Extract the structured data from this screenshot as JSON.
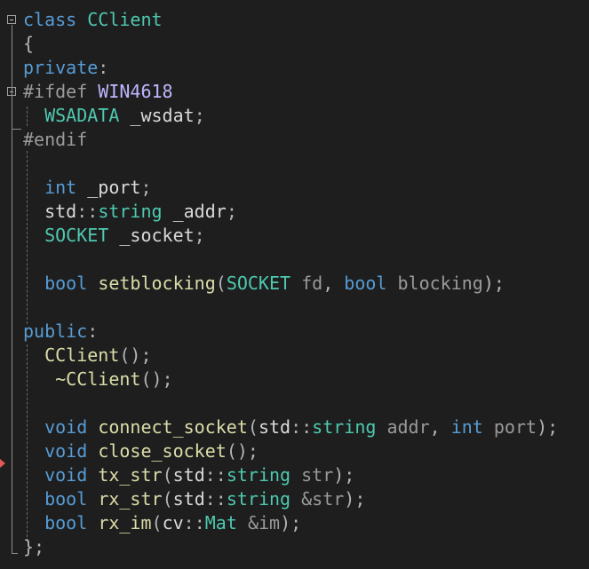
{
  "editor": {
    "lines": [
      [
        [
          "kw",
          "class"
        ],
        [
          "pl",
          " "
        ],
        [
          "ty",
          "CClient"
        ]
      ],
      [
        [
          "pu",
          "{"
        ]
      ],
      [
        [
          "kw",
          "private"
        ],
        [
          "pu",
          ":"
        ]
      ],
      [
        [
          "pp",
          "#ifdef"
        ],
        [
          "pl",
          " "
        ],
        [
          "ma",
          "WIN4618"
        ]
      ],
      [
        [
          "pl",
          "  "
        ],
        [
          "ty",
          "WSADATA"
        ],
        [
          "pl",
          " _wsdat"
        ],
        [
          "pu",
          ";"
        ]
      ],
      [
        [
          "pp",
          "#endif"
        ]
      ],
      [],
      [
        [
          "pl",
          "  "
        ],
        [
          "kw",
          "int"
        ],
        [
          "pl",
          " _port"
        ],
        [
          "pu",
          ";"
        ]
      ],
      [
        [
          "pl",
          "  std"
        ],
        [
          "pu",
          "::"
        ],
        [
          "ty",
          "string"
        ],
        [
          "pl",
          " _addr"
        ],
        [
          "pu",
          ";"
        ]
      ],
      [
        [
          "pl",
          "  "
        ],
        [
          "ty",
          "SOCKET"
        ],
        [
          "pl",
          " _socket"
        ],
        [
          "pu",
          ";"
        ]
      ],
      [],
      [
        [
          "pl",
          "  "
        ],
        [
          "kw",
          "bool"
        ],
        [
          "pl",
          " "
        ],
        [
          "fn",
          "setblocking"
        ],
        [
          "pu",
          "("
        ],
        [
          "ty",
          "SOCKET"
        ],
        [
          "pl",
          " "
        ],
        [
          "pa",
          "fd"
        ],
        [
          "pu",
          ", "
        ],
        [
          "kw",
          "bool"
        ],
        [
          "pl",
          " "
        ],
        [
          "pa",
          "blocking"
        ],
        [
          "pu",
          ");"
        ]
      ],
      [],
      [
        [
          "kw",
          "public"
        ],
        [
          "pu",
          ":"
        ]
      ],
      [
        [
          "pl",
          "  "
        ],
        [
          "fn",
          "CClient"
        ],
        [
          "pu",
          "();"
        ]
      ],
      [
        [
          "pl",
          "   "
        ],
        [
          "fn",
          "~CClient"
        ],
        [
          "pu",
          "();"
        ]
      ],
      [],
      [
        [
          "pl",
          "  "
        ],
        [
          "kw",
          "void"
        ],
        [
          "pl",
          " "
        ],
        [
          "fn",
          "connect_socket"
        ],
        [
          "pu",
          "("
        ],
        [
          "pl",
          "std"
        ],
        [
          "pu",
          "::"
        ],
        [
          "ty",
          "string"
        ],
        [
          "pl",
          " "
        ],
        [
          "pa",
          "addr"
        ],
        [
          "pu",
          ", "
        ],
        [
          "kw",
          "int"
        ],
        [
          "pl",
          " "
        ],
        [
          "pa",
          "port"
        ],
        [
          "pu",
          ");"
        ]
      ],
      [
        [
          "pl",
          "  "
        ],
        [
          "kw",
          "void"
        ],
        [
          "pl",
          " "
        ],
        [
          "fn",
          "close_socket"
        ],
        [
          "pu",
          "();"
        ]
      ],
      [
        [
          "pl",
          "  "
        ],
        [
          "kw",
          "void"
        ],
        [
          "pl",
          " "
        ],
        [
          "fn",
          "tx_str"
        ],
        [
          "pu",
          "("
        ],
        [
          "pl",
          "std"
        ],
        [
          "pu",
          "::"
        ],
        [
          "ty",
          "string"
        ],
        [
          "pl",
          " "
        ],
        [
          "pa",
          "str"
        ],
        [
          "pu",
          ");"
        ]
      ],
      [
        [
          "pl",
          "  "
        ],
        [
          "kw",
          "bool"
        ],
        [
          "pl",
          " "
        ],
        [
          "fn",
          "rx_str"
        ],
        [
          "pu",
          "("
        ],
        [
          "pl",
          "std"
        ],
        [
          "pu",
          "::"
        ],
        [
          "ty",
          "string"
        ],
        [
          "pl",
          " "
        ],
        [
          "pa",
          "&str"
        ],
        [
          "pu",
          ");"
        ]
      ],
      [
        [
          "pl",
          "  "
        ],
        [
          "kw",
          "bool"
        ],
        [
          "pl",
          " "
        ],
        [
          "fn",
          "rx_im"
        ],
        [
          "pu",
          "("
        ],
        [
          "pl",
          "cv"
        ],
        [
          "pu",
          "::"
        ],
        [
          "ty",
          "Mat"
        ],
        [
          "pl",
          " "
        ],
        [
          "pa",
          "&im"
        ],
        [
          "pu",
          ");"
        ]
      ],
      [
        [
          "pu",
          "};"
        ]
      ]
    ]
  }
}
